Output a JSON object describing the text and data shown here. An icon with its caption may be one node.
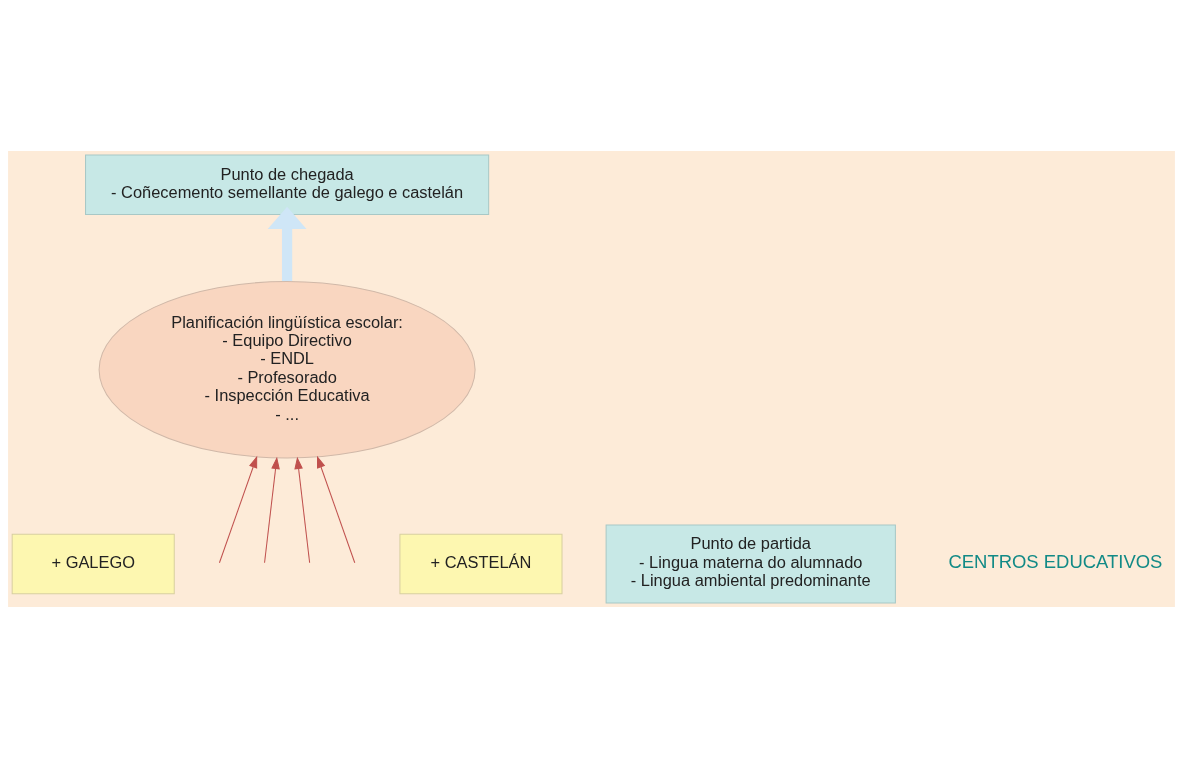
{
  "diagram": {
    "nodes": [
      {
        "text": [
          "+ GALEGO"
        ]
      },
      {
        "text": [
          "Punto de chegada",
          "- Coñecemento semellante de galego e castelán"
        ]
      },
      {
        "text": [
          "Planificación lingüística escolar:",
          "- Equipo Directivo",
          "- ENDL",
          "- Profesorado",
          "- Inspección Educativa",
          "- ..."
        ]
      },
      {
        "text": [
          "+ CASTELÁN"
        ]
      },
      {
        "text": [
          "Punto de partida",
          "- Lingua materna do alumnado",
          "- Lingua ambiental predominante"
        ]
      }
    ],
    "edges": [
      {
        "from": null,
        "to": 2,
        "arrow": "to"
      },
      {
        "from": null,
        "to": 2,
        "arrow": "to"
      },
      {
        "from": null,
        "to": 2,
        "arrow": "to"
      },
      {
        "from": null,
        "to": 2,
        "arrow": "to"
      },
      {
        "from": 2,
        "to": 1,
        "arrow": "to",
        "style": "thick",
        "color": "#cfe6f7"
      }
    ],
    "labels": [
      "CENTROS EDUCATIVOS"
    ]
  }
}
